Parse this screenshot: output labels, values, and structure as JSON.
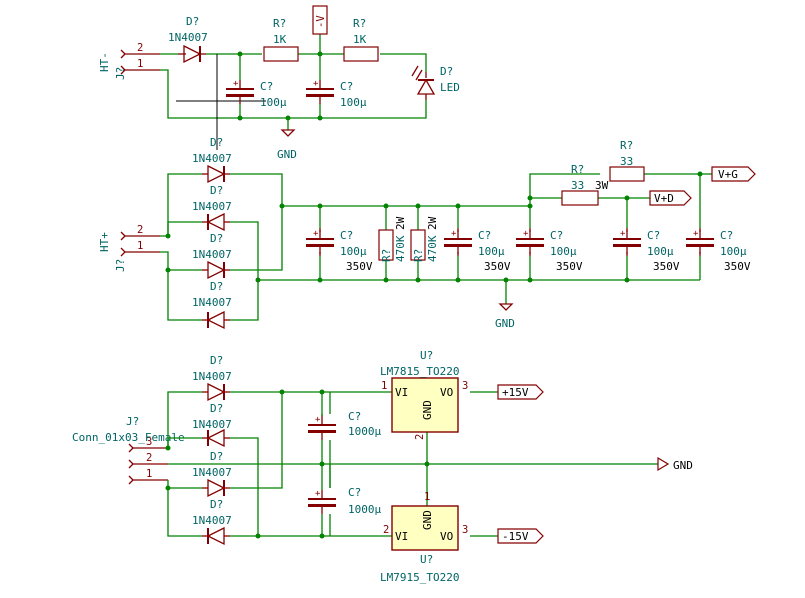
{
  "diagram": {
    "ht_minus": {
      "connector_ref": "J?",
      "connector_label": "HT-",
      "pins": [
        "2",
        "1"
      ],
      "diode": {
        "ref": "D?",
        "value": "1N4007"
      },
      "r1": {
        "ref": "R?",
        "value": "1K"
      },
      "r2": {
        "ref": "R?",
        "value": "1K"
      },
      "c1": {
        "ref": "C?",
        "value": "100µ"
      },
      "c2": {
        "ref": "C?",
        "value": "100µ"
      },
      "led": {
        "ref": "D?",
        "value": "LED"
      },
      "gnd": "GND"
    },
    "ht_plus": {
      "connector_ref": "J?",
      "connector_label": "HT+",
      "pins": [
        "2",
        "1"
      ],
      "diodes": [
        {
          "ref": "D?",
          "value": "1N4007"
        },
        {
          "ref": "D?",
          "value": "1N4007"
        },
        {
          "ref": "D?",
          "value": "1N4007"
        },
        {
          "ref": "D?",
          "value": "1N4007"
        }
      ],
      "caps": [
        {
          "ref": "C?",
          "value": "100µ",
          "voltage": "350V"
        },
        {
          "ref": "C?",
          "value": "100µ",
          "voltage": "350V"
        },
        {
          "ref": "C?",
          "value": "100µ",
          "voltage": "350V"
        },
        {
          "ref": "C?",
          "value": "100µ",
          "voltage": "350V"
        },
        {
          "ref": "C?",
          "value": "100µ",
          "voltage": "350V"
        }
      ],
      "bleeders": [
        {
          "ref": "R?",
          "value": "470K",
          "power": "2W"
        },
        {
          "ref": "R?",
          "value": "470K",
          "power": "2W"
        }
      ],
      "r_g": {
        "ref": "R?",
        "value": "33"
      },
      "r_d": {
        "ref": "R?",
        "value": "33",
        "power": "3W"
      },
      "label_g": "V+G",
      "label_d": "V+D",
      "gnd": "GND"
    },
    "low_voltage": {
      "connector_ref": "J?",
      "connector_value": "Conn_01x03_Female",
      "pins": [
        "3",
        "2",
        "1"
      ],
      "diodes": [
        {
          "ref": "D?",
          "value": "1N4007"
        },
        {
          "ref": "D?",
          "value": "1N4007"
        },
        {
          "ref": "D?",
          "value": "1N4007"
        },
        {
          "ref": "D?",
          "value": "1N4007"
        }
      ],
      "c_top": {
        "ref": "C?",
        "value": "1000µ"
      },
      "c_bot": {
        "ref": "C?",
        "value": "1000µ"
      },
      "reg_pos": {
        "ref": "U?",
        "value": "LM7815_TO220",
        "vi": "VI",
        "vo": "VO",
        "gnd": "GND",
        "pin_in": "1",
        "pin_gnd": "2",
        "pin_out": "3"
      },
      "reg_neg": {
        "ref": "U?",
        "value": "LM7915_TO220",
        "vi": "VI",
        "vo": "VO",
        "gnd": "GND",
        "pin_in": "2",
        "pin_gnd": "1",
        "pin_out": "3"
      },
      "out_pos": "+15V",
      "out_neg": "-15V",
      "gnd": "GND"
    }
  }
}
